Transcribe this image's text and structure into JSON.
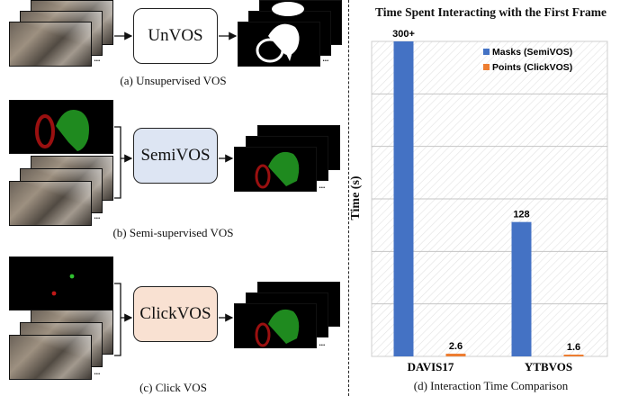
{
  "left": {
    "unvos": {
      "box_label": "UnVOS",
      "caption": "(a) Unsupervised VOS"
    },
    "semivos": {
      "box_label": "SemiVOS",
      "caption": "(b) Semi-supervised VOS"
    },
    "clickvos": {
      "box_label": "ClickVOS",
      "caption": "(c) Click VOS"
    },
    "ellipsis": "..."
  },
  "colors": {
    "semivos_box": "#dde5f3",
    "clickvos_box": "#f9e1d2",
    "mask_red": "#9a1010",
    "mask_green": "#1f8a1f",
    "bar_blue": "#4472c4",
    "bar_orange": "#ed7d31"
  },
  "chart_data": {
    "type": "bar",
    "title": "Time Spent Interacting with the First Frame",
    "caption": "(d) Interaction Time Comparison",
    "ylabel": "Time (s)",
    "categories": [
      "DAVIS17",
      "YTBVOS"
    ],
    "series": [
      {
        "name": "Masks (SemiVOS)",
        "values": [
          300,
          128
        ],
        "labels": [
          "300+",
          "128"
        ],
        "color": "#4472c4"
      },
      {
        "name": "Points (ClickVOS)",
        "values": [
          2.6,
          1.6
        ],
        "labels": [
          "2.6",
          "1.6"
        ],
        "color": "#ed7d31"
      }
    ],
    "ylim": [
      0,
      300
    ],
    "grid": true,
    "legend": "top-right"
  }
}
